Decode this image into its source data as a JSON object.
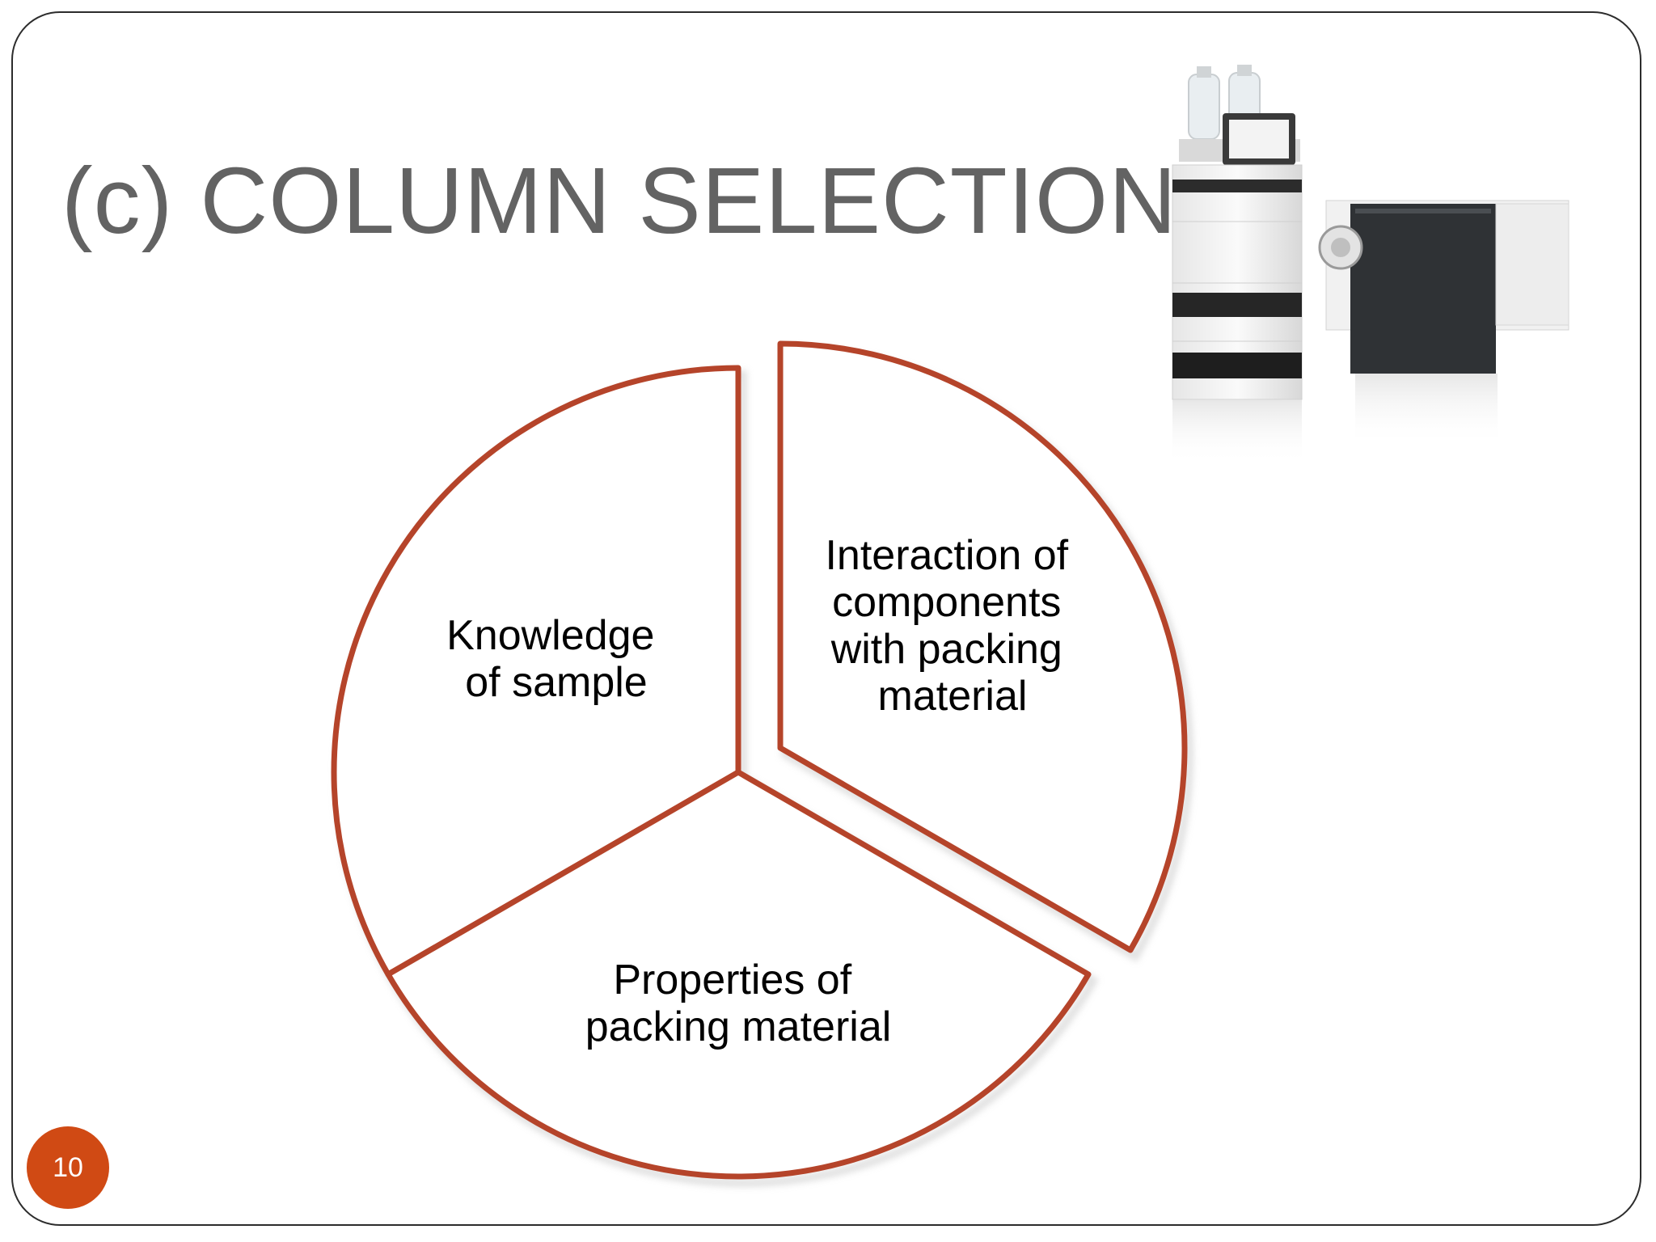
{
  "slide": {
    "title": "(c) COLUMN SELECTION",
    "page_number": "10"
  },
  "diagram": {
    "segments": [
      {
        "label_lines": [
          "Knowledge",
          "of sample"
        ]
      },
      {
        "label_lines": [
          "Interaction of",
          "components",
          "with packing",
          "material"
        ]
      },
      {
        "label_lines": [
          "Properties of",
          "packing material"
        ]
      }
    ]
  },
  "image": {
    "icon": "hplc-instrument-icon"
  },
  "colors": {
    "title_text": "#636363",
    "segment_outline": "#B5442A",
    "segment_shadow": "#c9c9c9",
    "page_badge": "#D04A14",
    "frame": "#2c2c2c"
  }
}
